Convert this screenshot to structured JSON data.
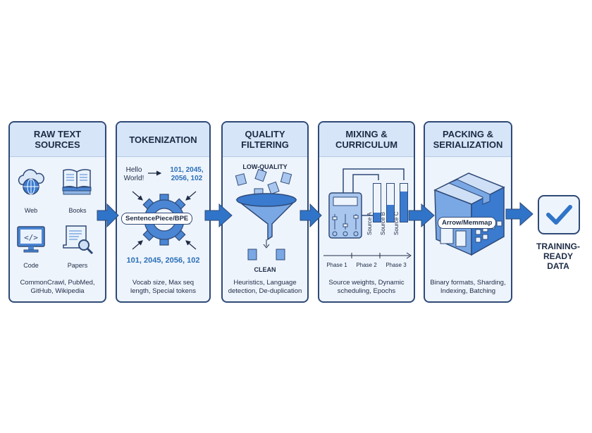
{
  "stages": [
    {
      "title": "RAW TEXT SOURCES",
      "items": [
        "Web",
        "Books",
        "Code",
        "Papers"
      ],
      "description": "CommonCrawl, PubMed, GitHub, Wikipedia"
    },
    {
      "title": "TOKENIZATION",
      "input_text": "Hello World!",
      "tokens_top": "101, 2045, 2056, 102",
      "tokenizer": "SentencePiece/BPE",
      "tokens_bottom": "101, 2045, 2056, 102",
      "description": "Vocab size, Max seq length, Special tokens"
    },
    {
      "title": "QUALITY FILTERING",
      "top_label": "LOW-QUALITY",
      "bottom_label": "CLEAN",
      "description": "Heuristics, Language detection, De-duplication"
    },
    {
      "title": "MIXING & CURRICULUM",
      "sources": [
        "Source A",
        "Source B",
        "Source C"
      ],
      "source_levels": [
        0.25,
        0.45,
        0.8
      ],
      "phases": [
        "Phase 1",
        "Phase 2",
        "Phase 3"
      ],
      "description": "Source weights, Dynamic scheduling, Epochs"
    },
    {
      "title": "PACKING & SERIALIZATION",
      "format": "Arrow/Memmap",
      "description": "Binary formats, Sharding, Indexing, Batching"
    }
  ],
  "output": {
    "label": "TRAINING-READY DATA",
    "icon": "checkmark-icon"
  },
  "colors": {
    "accent": "#2f74c8",
    "border": "#2f4a78",
    "panel": "#eef4fc",
    "header": "#d6e5f7"
  }
}
